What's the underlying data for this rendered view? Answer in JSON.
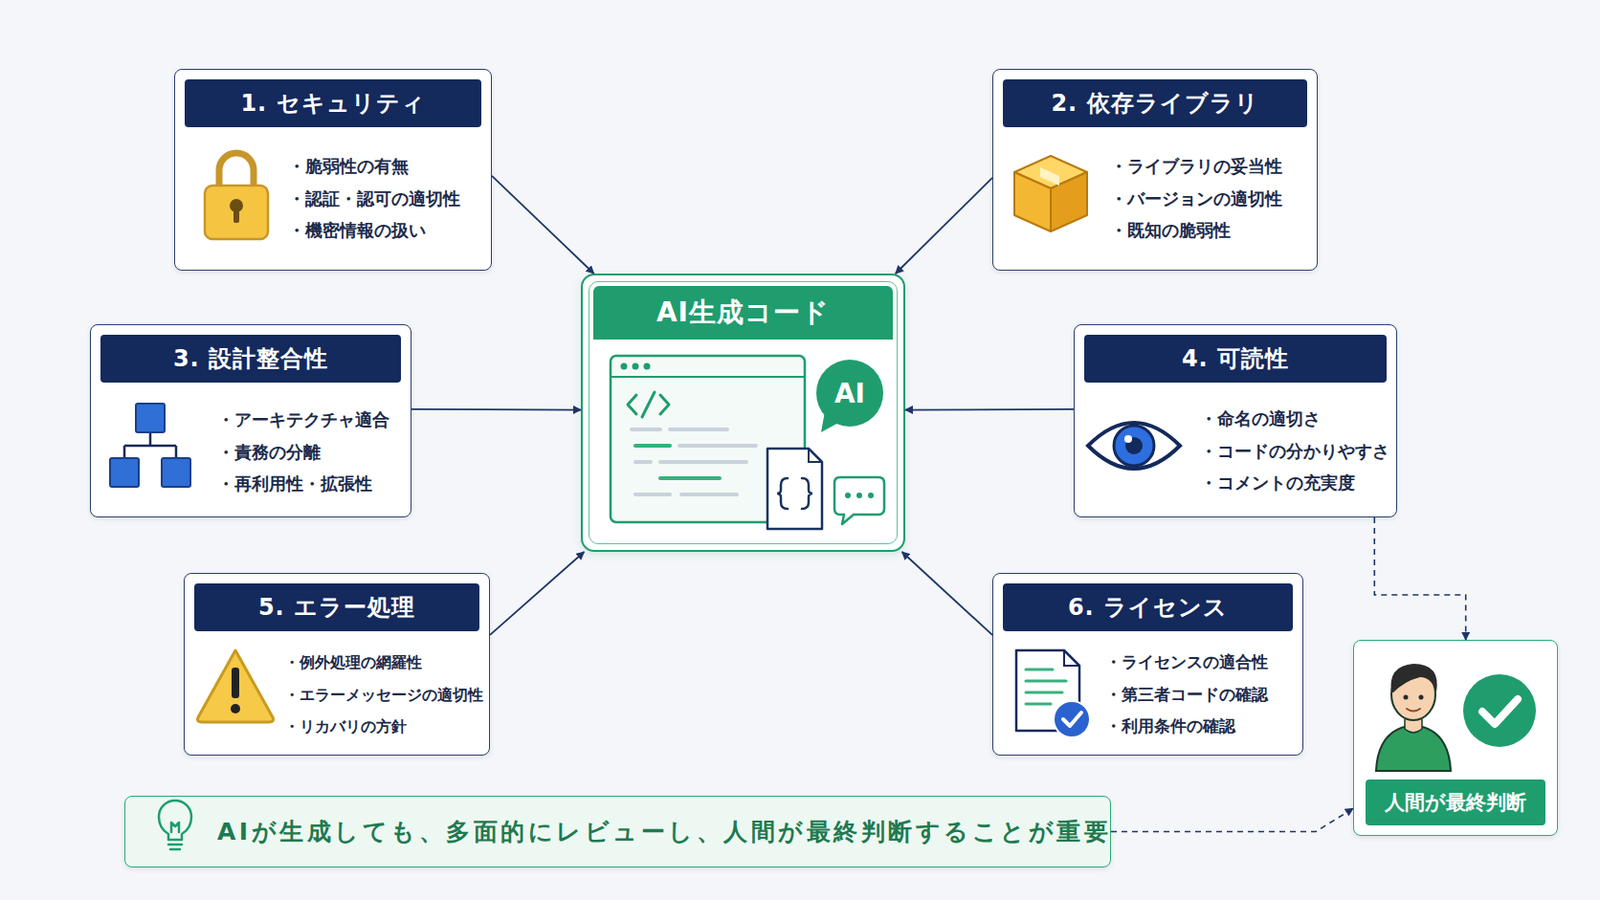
{
  "diagram": {
    "nodes": [
      {
        "text": [
          "1. セキュリティ",
          "・脆弱性の有無",
          "・認証・認可の適切性",
          "・機密情報の扱い"
        ]
      },
      {
        "text": [
          "2. 依存ライブラリ",
          "・ライブラリの妥当性",
          "・バージョンの適切性",
          "・既知の脆弱性"
        ]
      },
      {
        "text": [
          "AI生成コード"
        ]
      },
      {
        "text": [
          "3. 設計整合性",
          "・アーキテクチャ適合",
          "・責務の分離",
          "・再利用性・拡張性"
        ]
      },
      {
        "text": [
          "4. 可読性",
          "・命名の適切さ",
          "・コードの分かりやすさ",
          "・コメントの充実度"
        ]
      },
      {
        "text": [
          "5. エラー処理",
          "・例外処理の網羅性",
          "・エラーメッセージの適切性",
          "・リカバリの方針"
        ]
      },
      {
        "text": [
          "6. ライセンス",
          "・ライセンスの適合性",
          "・第三者コードの確認",
          "・利用条件の確認"
        ]
      },
      {
        "text": [
          "人間が最終判断"
        ]
      },
      {
        "text": [
          "AIが生成しても、多面的にレビューし、人間が最終判断することが重要"
        ]
      }
    ],
    "edges": [
      {
        "from": 0,
        "to": 2,
        "arrow": "to"
      },
      {
        "from": 1,
        "to": 2,
        "arrow": "to"
      },
      {
        "from": 3,
        "to": 2,
        "arrow": "to"
      },
      {
        "from": 4,
        "to": 2,
        "arrow": "to"
      },
      {
        "from": 5,
        "to": 2,
        "arrow": "to"
      },
      {
        "from": 6,
        "to": 2,
        "arrow": "to"
      },
      {
        "from": 4,
        "to": 7,
        "arrow": "to"
      },
      {
        "from": 8,
        "to": 7,
        "arrow": "to"
      }
    ],
    "labels": [
      "AI"
    ]
  }
}
